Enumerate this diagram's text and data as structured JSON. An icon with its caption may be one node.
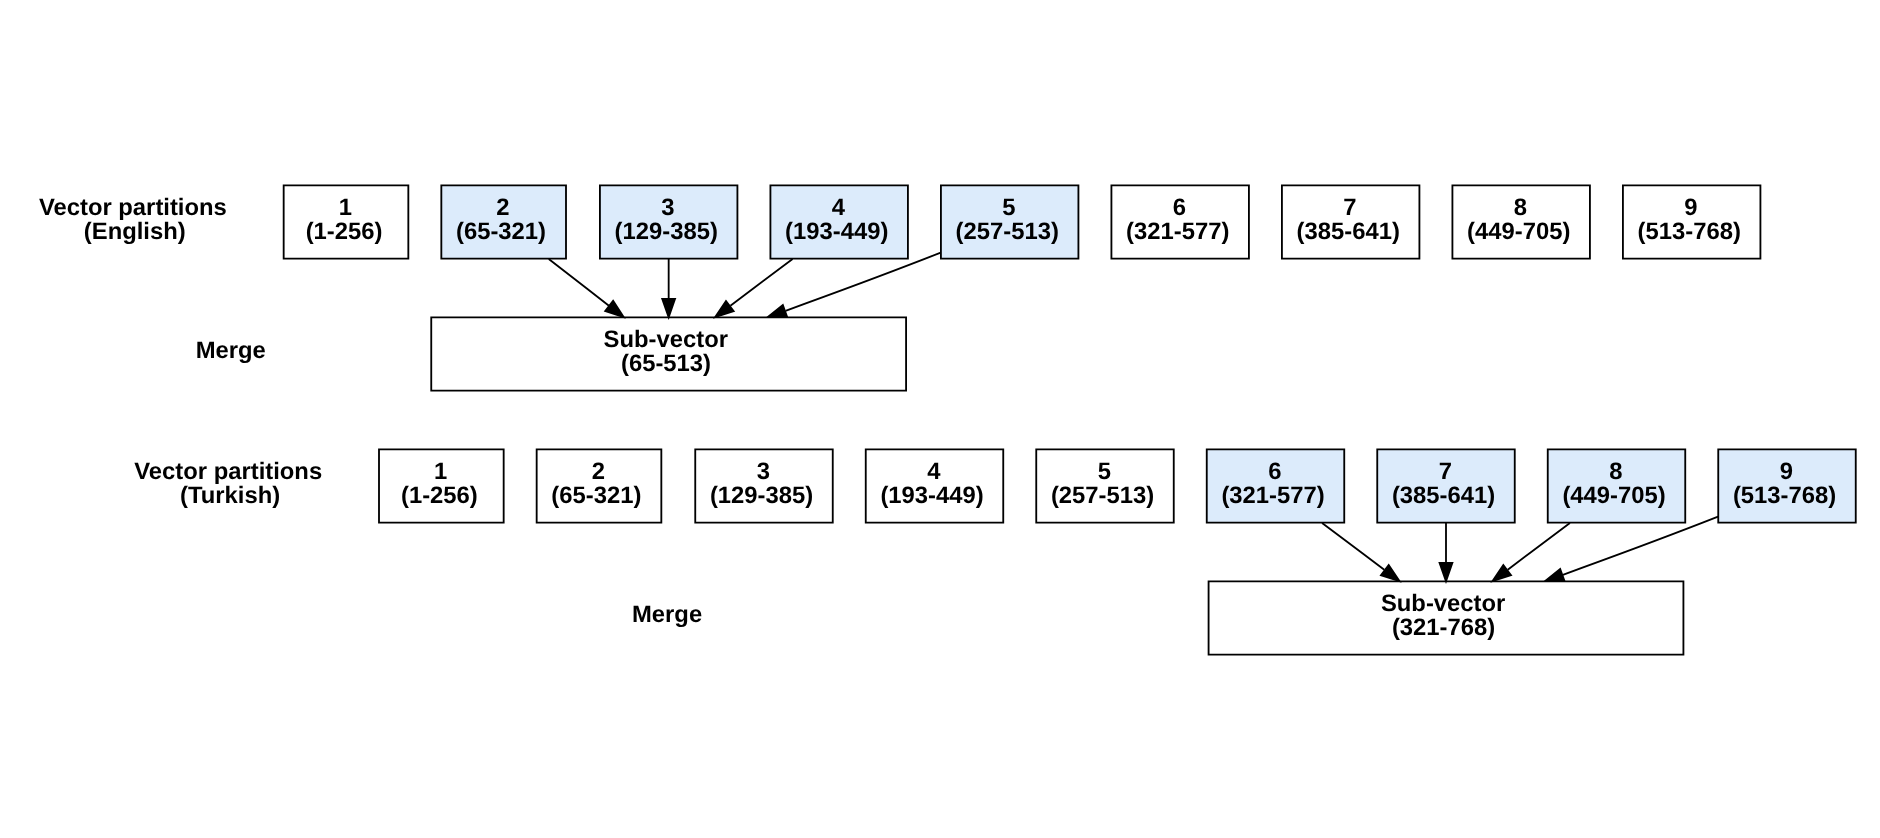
{
  "diagram": {
    "nodes": [
      {
        "text": [
          "1",
          "(1-256)"
        ]
      },
      {
        "text": [
          "2",
          "(65-321)"
        ]
      },
      {
        "text": [
          "3",
          "(129-385)"
        ]
      },
      {
        "text": [
          "4",
          "(193-449)"
        ]
      },
      {
        "text": [
          "5",
          "(257-513)"
        ]
      },
      {
        "text": [
          "6",
          "(321-577)"
        ]
      },
      {
        "text": [
          "7",
          "(385-641)"
        ]
      },
      {
        "text": [
          "8",
          "(449-705)"
        ]
      },
      {
        "text": [
          "9",
          "(513-768)"
        ]
      },
      {
        "text": [
          "Sub-vector",
          "(65-513)"
        ]
      },
      {
        "text": [
          "1",
          "(1-256)"
        ]
      },
      {
        "text": [
          "2",
          "(65-321)"
        ]
      },
      {
        "text": [
          "3",
          "(129-385)"
        ]
      },
      {
        "text": [
          "4",
          "(193-449)"
        ]
      },
      {
        "text": [
          "5",
          "(257-513)"
        ]
      },
      {
        "text": [
          "6",
          "(321-577)"
        ]
      },
      {
        "text": [
          "7",
          "(385-641)"
        ]
      },
      {
        "text": [
          "8",
          "(449-705)"
        ]
      },
      {
        "text": [
          "9",
          "(513-768)"
        ]
      },
      {
        "text": [
          "Sub-vector",
          "(321-768)"
        ]
      }
    ],
    "edges": [
      {
        "from": 1,
        "to": 9,
        "arrow": "to"
      },
      {
        "from": 2,
        "to": 9,
        "arrow": "to"
      },
      {
        "from": 3,
        "to": 9,
        "arrow": "to"
      },
      {
        "from": 4,
        "to": 9,
        "arrow": "to"
      },
      {
        "from": 15,
        "to": 19,
        "arrow": "to"
      },
      {
        "from": 16,
        "to": 19,
        "arrow": "to"
      },
      {
        "from": 17,
        "to": 19,
        "arrow": "to"
      },
      {
        "from": 18,
        "to": 19,
        "arrow": "to"
      }
    ],
    "labels": [
      "Vector partitions (English)",
      "Merge",
      "Vector partitions (Turkish)",
      "Merge"
    ]
  }
}
